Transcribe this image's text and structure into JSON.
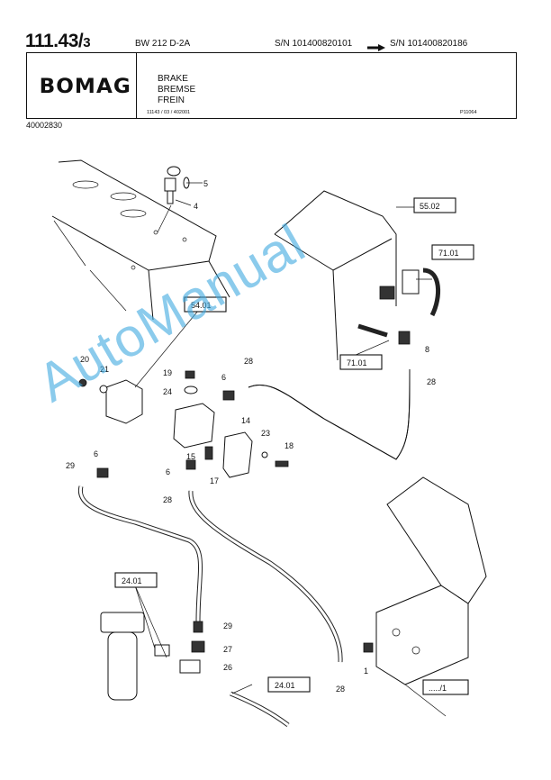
{
  "header": {
    "page_number": "111.43/",
    "page_sub": "3",
    "model": "BW 212 D-2A",
    "serial_from": "S/N 101400820101",
    "serial_to": "S/N 101400820186",
    "brand": "BOMAG",
    "title_en": "BRAKE",
    "title_de": "BREMSE",
    "title_fr": "FREIN",
    "doc_code": "11143 / 03 / 402001",
    "drawing_code": "P11064",
    "part_number": "40002830"
  },
  "references": {
    "r5502": "55.02",
    "r7101a": "71.01",
    "r5401": "54.01",
    "r7101b": "71.01",
    "r2401a": "24.01",
    "r2401b": "24.01",
    "rsub": "...../1"
  },
  "callouts": {
    "c5": "5",
    "c4": "4",
    "c8": "8",
    "c28a": "28",
    "c28b": "28",
    "c28c": "28",
    "c28d": "28",
    "c20": "20",
    "c21": "21",
    "c19": "19",
    "c6a": "6",
    "c24": "24",
    "c14": "14",
    "c23": "23",
    "c18": "18",
    "c15": "15",
    "c6b": "6",
    "c17": "17",
    "c29a": "29",
    "c6c": "6",
    "c29b": "29",
    "c27": "27",
    "c26": "26",
    "c1": "1"
  },
  "watermark": "AutoManual",
  "colors": {
    "watermark": "#3fa9e0",
    "ink": "#111111"
  }
}
